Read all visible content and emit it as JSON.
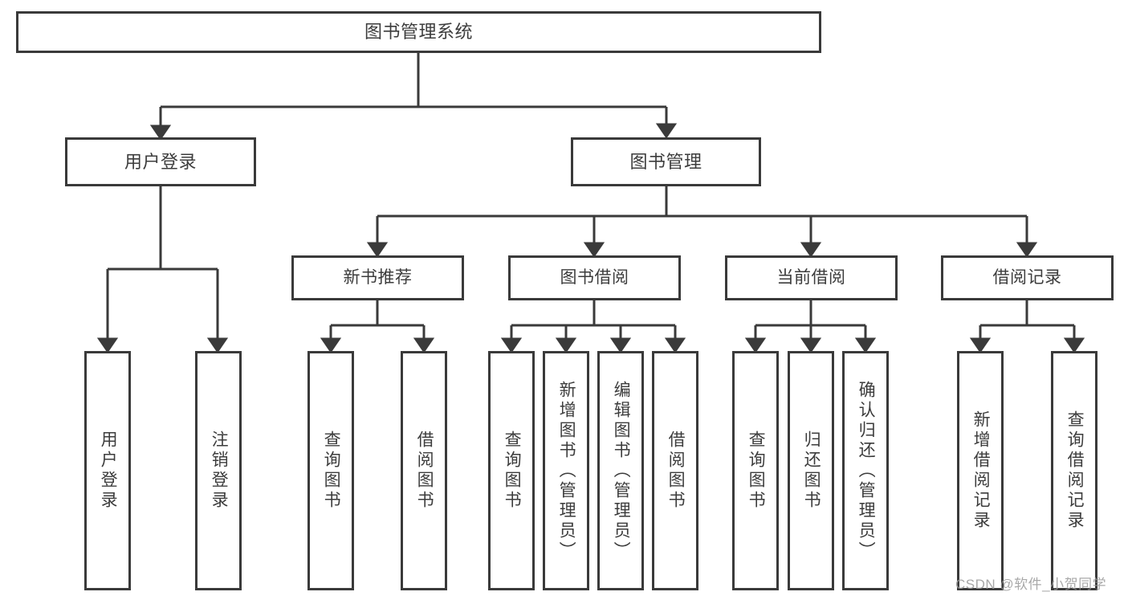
{
  "diagram": {
    "title": "图书管理系统",
    "type": "tree-hierarchy-diagram",
    "stroke_color": "#3a3a3a",
    "fill_color": "#ffffff",
    "text_color": "#3c3c3c"
  },
  "root": {
    "label": "图书管理系统"
  },
  "level2": [
    {
      "label": "用户登录"
    },
    {
      "label": "图书管理"
    }
  ],
  "level3": [
    {
      "label": "新书推荐"
    },
    {
      "label": "图书借阅"
    },
    {
      "label": "当前借阅"
    },
    {
      "label": "借阅记录"
    }
  ],
  "leaves": {
    "user_login": [
      {
        "label": "用户登录"
      },
      {
        "label": "注销登录"
      }
    ],
    "new_book_recommend": [
      {
        "label": "查询图书"
      },
      {
        "label": "借阅图书"
      }
    ],
    "book_borrow": [
      {
        "label": "查询图书"
      },
      {
        "label": "新增图书（管理员）"
      },
      {
        "label": "编辑图书（管理员）"
      },
      {
        "label": "借阅图书"
      }
    ],
    "current_borrow": [
      {
        "label": "查询图书"
      },
      {
        "label": "归还图书"
      },
      {
        "label": "确认归还（管理员）"
      }
    ],
    "borrow_record": [
      {
        "label": "新增借阅记录"
      },
      {
        "label": "查询借阅记录"
      }
    ]
  },
  "watermark": {
    "text": "CSDN @软件_小贺同学"
  }
}
